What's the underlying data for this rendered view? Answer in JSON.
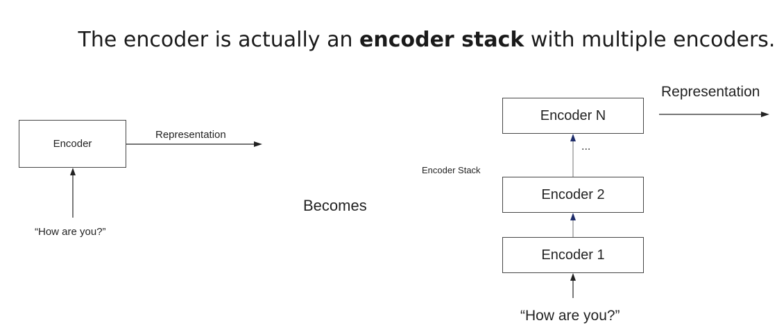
{
  "title": {
    "prefix": "The encoder is actually an ",
    "bold": "encoder stack",
    "suffix": " with multiple encoders."
  },
  "left_diagram": {
    "encoder_label": "Encoder",
    "output_label": "Representation",
    "input_label": "“How are you?”"
  },
  "middle": {
    "becomes_label": "Becomes"
  },
  "right_diagram": {
    "stack_label": "Encoder Stack",
    "encoders": [
      "Encoder N",
      "Encoder 2",
      "Encoder 1"
    ],
    "ellipsis": "...",
    "output_label": "Representation",
    "input_label": "“How are you?”"
  },
  "colors": {
    "stack_arrow": "#1f2d6b",
    "line": "#222222"
  }
}
